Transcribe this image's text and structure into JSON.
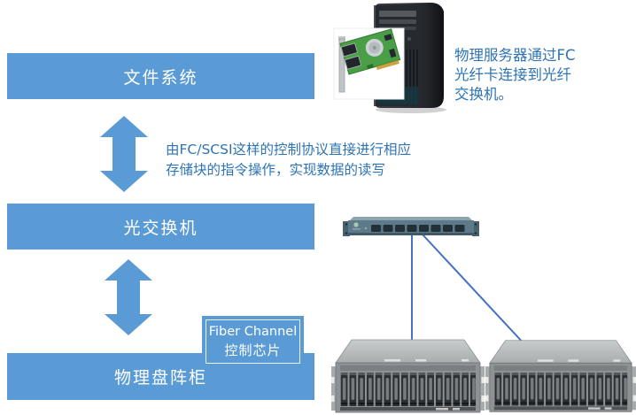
{
  "colors": {
    "accent": "#5B9BD5",
    "note_text": "#2E74B5",
    "connector": "#4472C4"
  },
  "bars": [
    {
      "label": "文件系统"
    },
    {
      "label": "光交换机"
    },
    {
      "label": "物理盘阵柜"
    }
  ],
  "notes": {
    "protocol": {
      "line1": "由FC/SCSI这样的控制协议直接进行相应",
      "line2": "存储块的指令操作，实现数据的读写"
    },
    "server": {
      "line1": "物理服务器通过FC",
      "line2": "光纤卡连接到光纤",
      "line3": "交换机。"
    }
  },
  "fc_chip_label": {
    "line1": "Fiber Channel",
    "line2": "控制芯片"
  },
  "icons": {
    "up_down_arrows": "double-headed-vertical-arrow",
    "server": "tower-server-with-fc-hba-card",
    "switch": "fiber-channel-switch-1u",
    "disk_arrays": "disk-array-enclosure-x2"
  }
}
